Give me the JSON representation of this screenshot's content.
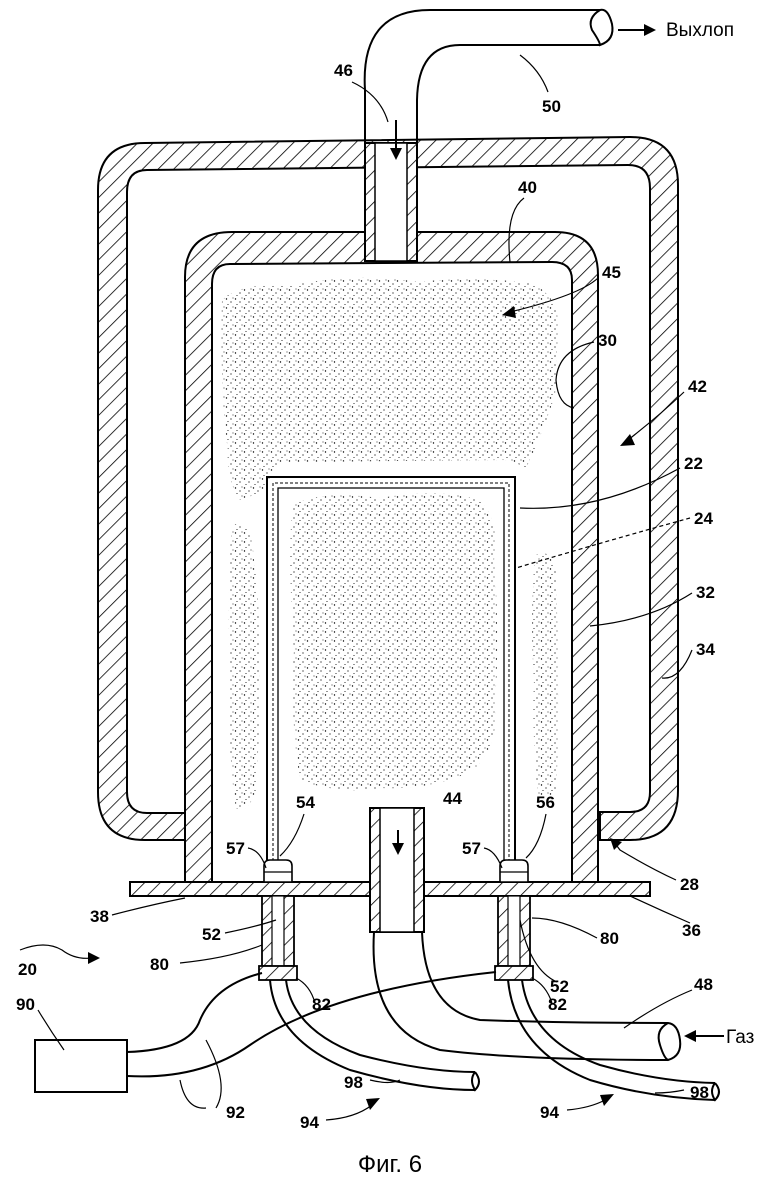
{
  "figure": {
    "caption": "Фиг. 6",
    "flow_labels": {
      "exhaust": "Выхлоп",
      "gas": "Газ"
    },
    "reference_numerals": {
      "n20": "20",
      "n22": "22",
      "n24": "24",
      "n28": "28",
      "n30": "30",
      "n32": "32",
      "n34": "34",
      "n36": "36",
      "n38": "38",
      "n40": "40",
      "n42": "42",
      "n44": "44",
      "n45": "45",
      "n46": "46",
      "n48": "48",
      "n50": "50",
      "n52_left": "52",
      "n52_right": "52",
      "n54": "54",
      "n56": "56",
      "n57_left": "57",
      "n57_right": "57",
      "n80_left": "80",
      "n80_right": "80",
      "n82_left": "82",
      "n82_right": "82",
      "n90": "90",
      "n92": "92",
      "n94_left": "94",
      "n94_right": "94",
      "n98_left": "98",
      "n98_right": "98"
    }
  }
}
